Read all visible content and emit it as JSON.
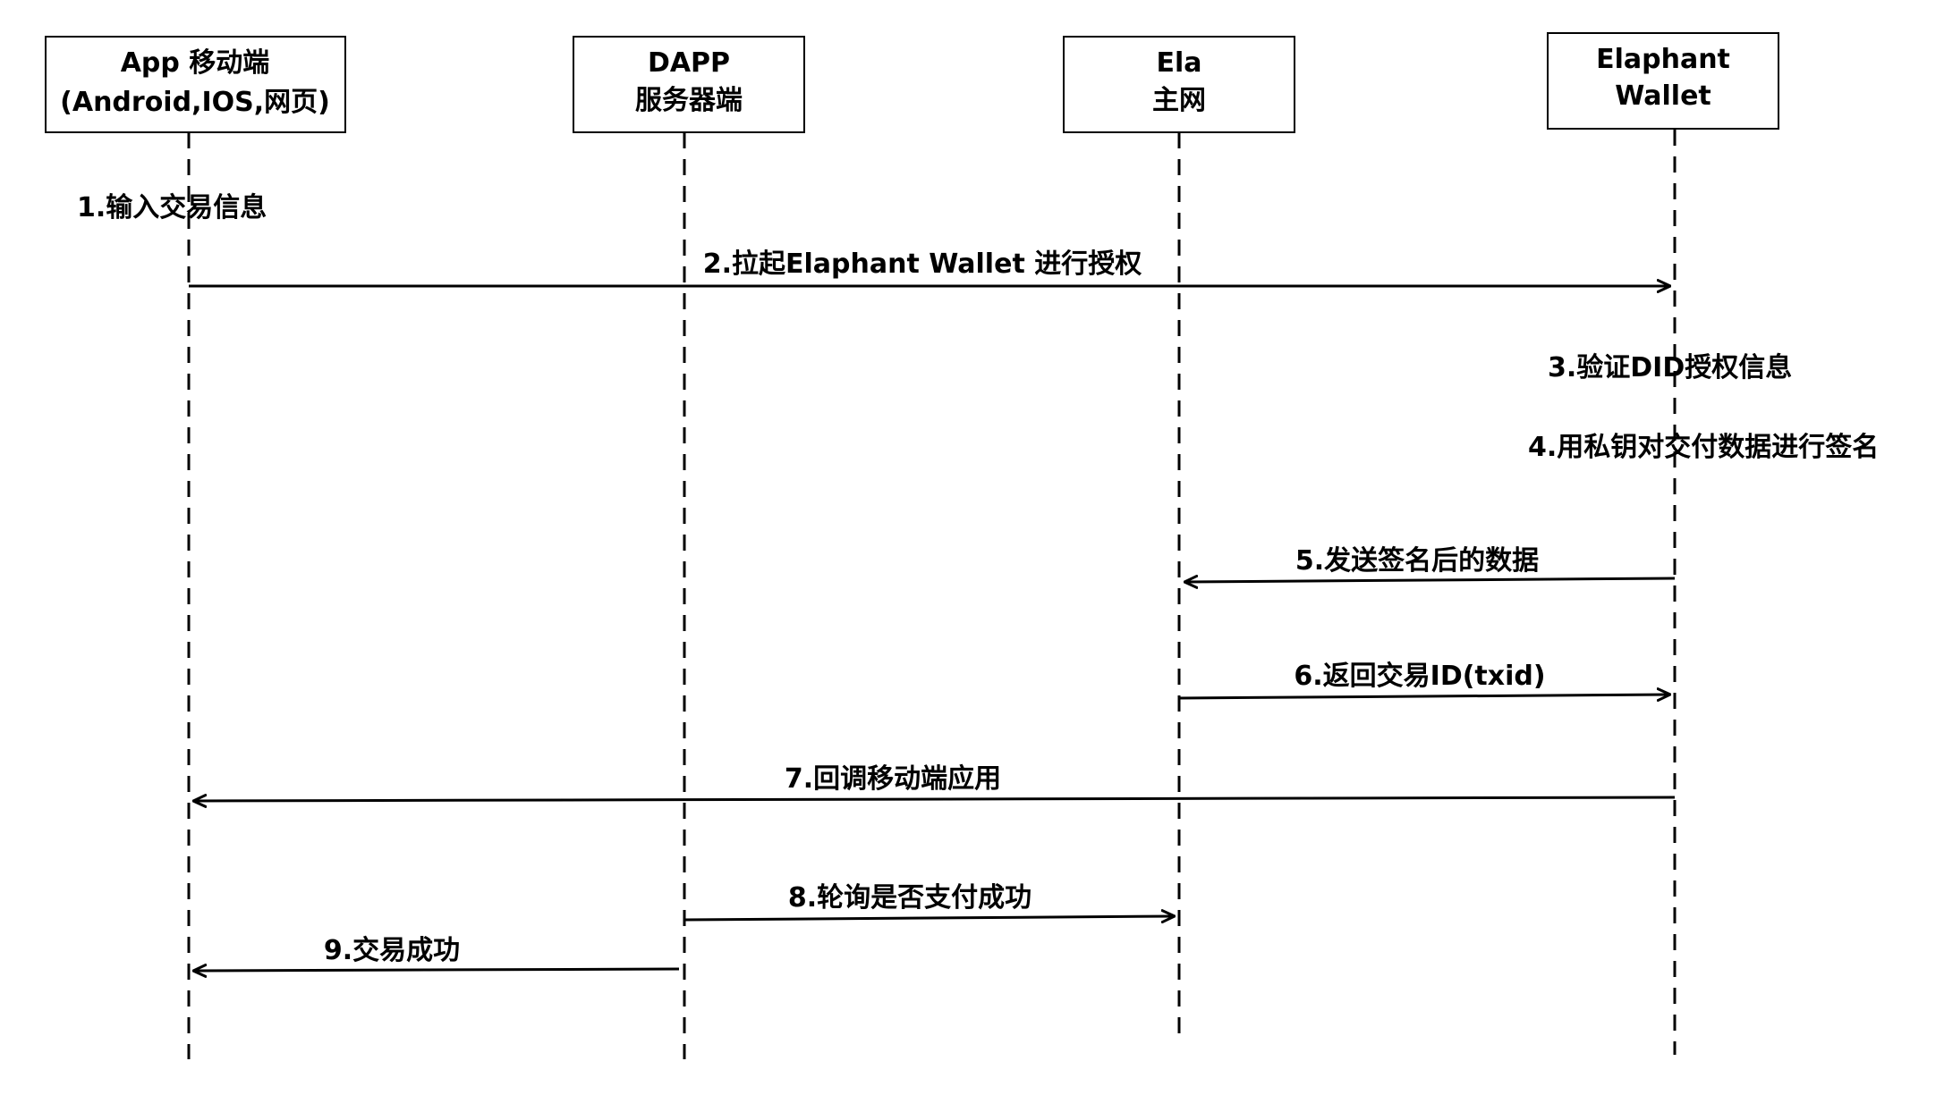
{
  "actors": [
    {
      "id": "app",
      "line1": "App 移动端",
      "line2": "(Android,IOS,网页)"
    },
    {
      "id": "dapp",
      "line1": "DAPP",
      "line2": "服务器端"
    },
    {
      "id": "ela",
      "line1": "Ela",
      "line2": "主网"
    },
    {
      "id": "wallet",
      "line1": "Elaphant",
      "line2": "Wallet"
    }
  ],
  "notes": [
    {
      "id": "n1",
      "text": "1.输入交易信息"
    },
    {
      "id": "n3",
      "text": "3.验证DID授权信息"
    },
    {
      "id": "n4",
      "text": "4.用私钥对交付数据进行签名"
    }
  ],
  "messages": [
    {
      "id": "m2",
      "text": "2.拉起Elaphant Wallet 进行授权",
      "from": "app",
      "to": "wallet"
    },
    {
      "id": "m5",
      "text": "5.发送签名后的数据",
      "from": "wallet",
      "to": "ela"
    },
    {
      "id": "m6",
      "text": "6.返回交易ID(txid)",
      "from": "ela",
      "to": "wallet"
    },
    {
      "id": "m7",
      "text": "7.回调移动端应用",
      "from": "wallet",
      "to": "app"
    },
    {
      "id": "m8",
      "text": "8.轮询是否支付成功",
      "from": "dapp",
      "to": "ela"
    },
    {
      "id": "m9",
      "text": "9.交易成功",
      "from": "dapp",
      "to": "app"
    }
  ]
}
